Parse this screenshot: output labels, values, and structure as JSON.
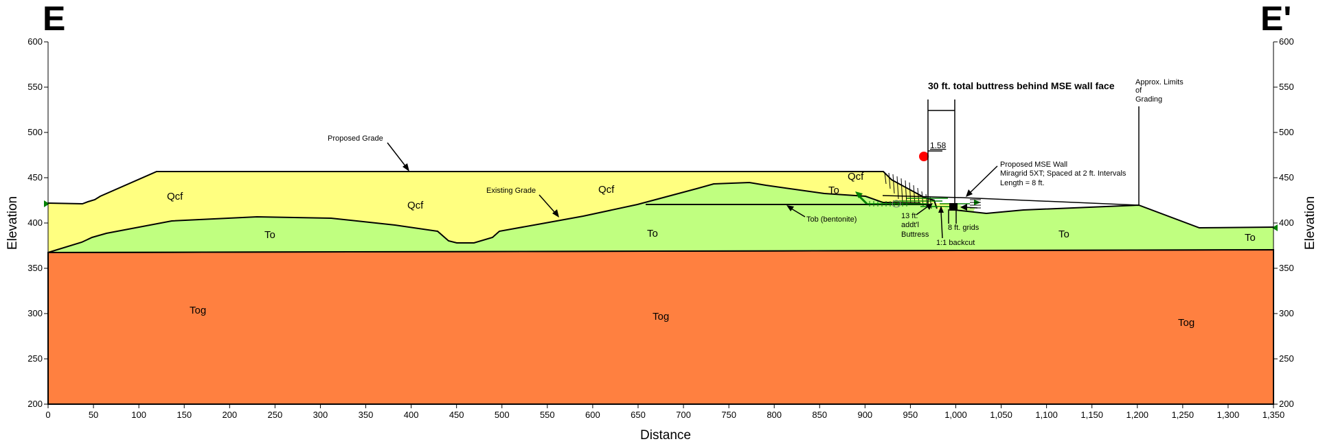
{
  "section": {
    "start_label": "E",
    "end_label": "E'"
  },
  "axes": {
    "x_title": "Distance",
    "y_title": "Elevation",
    "x_ticks": [
      "0",
      "50",
      "100",
      "150",
      "200",
      "250",
      "300",
      "350",
      "400",
      "450",
      "500",
      "550",
      "600",
      "650",
      "700",
      "750",
      "800",
      "850",
      "900",
      "950",
      "1,000",
      "1,050",
      "1,100",
      "1,150",
      "1,200",
      "1,250",
      "1,300",
      "1,350"
    ],
    "y_ticks": [
      "600",
      "550",
      "500",
      "450",
      "400",
      "350",
      "300",
      "250",
      "200"
    ]
  },
  "units": {
    "qcf": "Qcf",
    "to": "To",
    "tog": "Tog"
  },
  "annotations": {
    "proposed_grade": "Proposed Grade",
    "existing_grade": "Existing Grade",
    "tob": "Tob (bentonite)",
    "buttress_title": "30 ft. total buttress behind MSE wall face",
    "factor_of_safety": "1.58",
    "mse_line1": "Proposed MSE Wall",
    "mse_line2": "Miragrid 5XT; Spaced at 2 ft. Intervals",
    "mse_line3": "Length = 8 ft.",
    "grading_line1": "Approx. Limits",
    "grading_line2": "of",
    "grading_line3": "Grading",
    "addtl_line1": "13 ft.",
    "addtl_line2": "addt'l",
    "addtl_line3": "Buttress",
    "grids": "8 ft. grids",
    "backcut": "1:1 backcut"
  },
  "colors": {
    "qcf_fill": "#FFFF80",
    "to_fill": "#C0FF80",
    "tog_fill": "#FF8040",
    "slip_circle_center": "#FF0000",
    "reinforcement": "#008000"
  }
}
